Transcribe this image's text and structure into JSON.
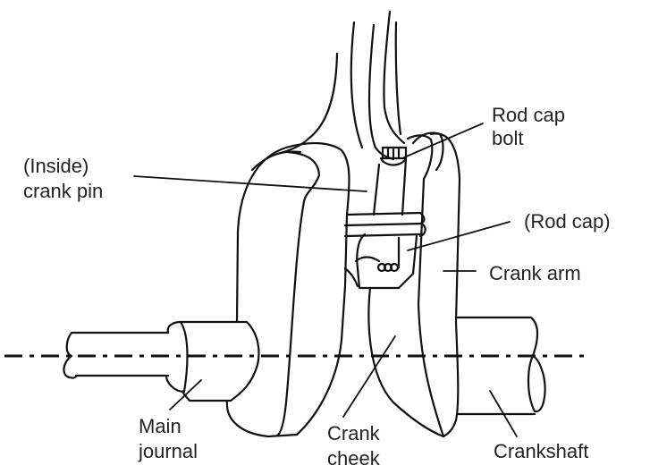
{
  "diagram": {
    "title": "Crankshaft and connecting rod assembly",
    "line_color": "#111111",
    "text_color": "#222222",
    "background": "#ffffff",
    "labels": {
      "rod_cap_bolt": [
        "Rod cap",
        "bolt"
      ],
      "inside_crank_pin": [
        "(Inside)",
        "crank pin"
      ],
      "rod_cap": [
        "(Rod cap)"
      ],
      "crank_arm": [
        "Crank arm"
      ],
      "main_journal": [
        "Main",
        "journal"
      ],
      "crank_cheek": [
        "Crank",
        "cheek"
      ],
      "crankshaft": [
        "Crankshaft"
      ]
    }
  }
}
